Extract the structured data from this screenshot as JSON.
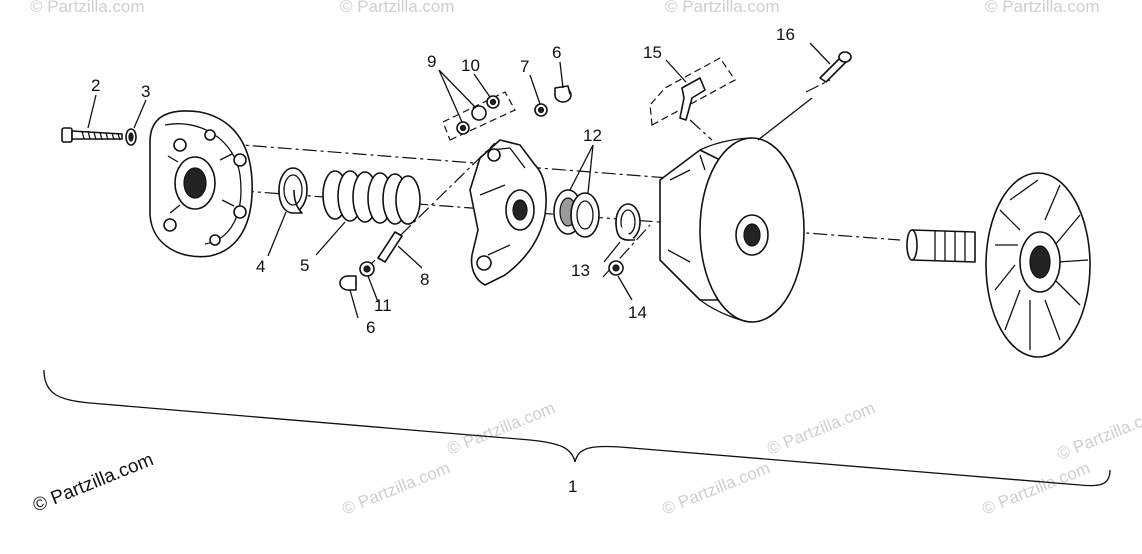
{
  "diagram": {
    "callouts": [
      "1",
      "2",
      "3",
      "4",
      "5",
      "6",
      "6",
      "7",
      "8",
      "9",
      "10",
      "11",
      "12",
      "13",
      "14",
      "15",
      "16"
    ],
    "watermark_main": "© Partzilla.com",
    "watermark_faint": "© Partzilla.com"
  }
}
